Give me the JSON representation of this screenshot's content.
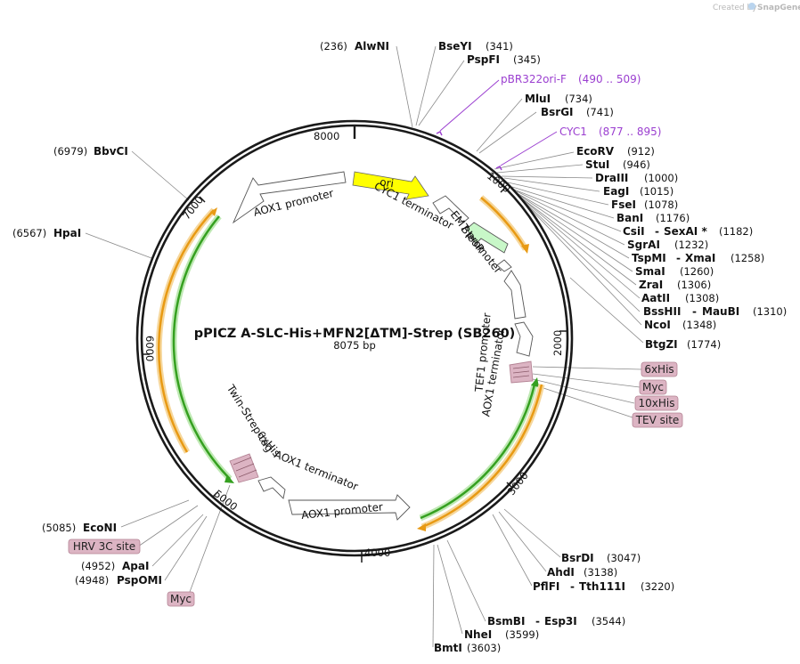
{
  "credit": {
    "created_by": "Created by",
    "brand": "SnapGene"
  },
  "map": {
    "name": "pPICZ A-SLC-His+MFN2[ΔTM]-Strep (SB260)",
    "length": "8075 bp",
    "ticks": [
      "1000",
      "2000",
      "3000",
      "4000",
      "5000",
      "6000",
      "7000",
      "8000"
    ]
  },
  "sites": [
    {
      "enzyme": "AlwNI",
      "pos": "(236)"
    },
    {
      "enzyme": "BseYI",
      "pos": "(341)"
    },
    {
      "enzyme": "PspFI",
      "pos": "(345)"
    },
    {
      "enzyme": "MluI",
      "pos": "(734)"
    },
    {
      "enzyme": "BsrGI",
      "pos": "(741)"
    },
    {
      "enzyme": "EcoRV",
      "pos": "(912)"
    },
    {
      "enzyme": "StuI",
      "pos": "(946)"
    },
    {
      "enzyme": "DraIII",
      "pos": "(1000)"
    },
    {
      "enzyme": "EagI",
      "pos": "(1015)"
    },
    {
      "enzyme": "FseI",
      "pos": "(1078)"
    },
    {
      "enzyme": "BanI",
      "pos": "(1176)"
    },
    {
      "enzyme": "CsiI",
      "enzyme2": "SexAI *",
      "pos": "(1182)"
    },
    {
      "enzyme": "SgrAI",
      "pos": "(1232)"
    },
    {
      "enzyme": "TspMI",
      "enzyme2": "XmaI",
      "pos": "(1258)"
    },
    {
      "enzyme": "SmaI",
      "pos": "(1260)"
    },
    {
      "enzyme": "ZraI",
      "pos": "(1306)"
    },
    {
      "enzyme": "AatII",
      "pos": "(1308)"
    },
    {
      "enzyme": "BssHII",
      "enzyme2": "MauBI",
      "pos": "(1310)"
    },
    {
      "enzyme": "NcoI",
      "pos": "(1348)"
    },
    {
      "enzyme": "BtgZI",
      "pos": "(1774)"
    },
    {
      "enzyme": "BsrDI",
      "pos": "(3047)"
    },
    {
      "enzyme": "AhdI",
      "pos": "(3138)"
    },
    {
      "enzyme": "PflFI",
      "enzyme2": "Tth111I",
      "pos": "(3220)"
    },
    {
      "enzyme": "BsmBI",
      "enzyme2": "Esp3I",
      "pos": "(3544)"
    },
    {
      "enzyme": "NheI",
      "pos": "(3599)"
    },
    {
      "enzyme": "BmtI",
      "pos": "(3603)"
    },
    {
      "enzyme": "EcoNI",
      "pos": "(5085)"
    },
    {
      "enzyme": "ApaI",
      "pos": "(4952)"
    },
    {
      "enzyme": "PspOMI",
      "pos": "(4948)"
    },
    {
      "enzyme": "HpaI",
      "pos": "(6567)"
    },
    {
      "enzyme": "BbvCI",
      "pos": "(6979)"
    }
  ],
  "primers": [
    {
      "name": "pBR322ori-F",
      "range": "(490 .. 509)"
    },
    {
      "name": "CYC1",
      "range": "(877 .. 895)"
    }
  ],
  "features": {
    "ori": "ori",
    "aox1_promoter_top": "AOX1 promoter",
    "cyc1_terminator": "CYC1 terminator",
    "bleor": "BleoR",
    "em7_promoter": "EM7 promoter",
    "tef1_promoter": "TEF1 promoter",
    "aox1_terminator_right": "AOX1 terminator",
    "twin_strep_tag": "Twin-Strep-tag",
    "his6_inner": "6xHis",
    "aox1_terminator_bottom": "AOX1 terminator",
    "aox1_promoter_bottom": "AOX1 promoter"
  },
  "tags": [
    "6xHis",
    "Myc",
    "10xHis",
    "TEV site",
    "HRV 3C site",
    "Myc"
  ],
  "colors": {
    "backbone": "#1a1a1a",
    "ori": "#ffff00",
    "bleor": "#c8f7c8",
    "orf_green": "#35a020",
    "orf_orange": "#e89a14",
    "tag_fill": "#dcb4c3",
    "tag_stroke": "#b48394",
    "primer": "#9b3fd0"
  }
}
